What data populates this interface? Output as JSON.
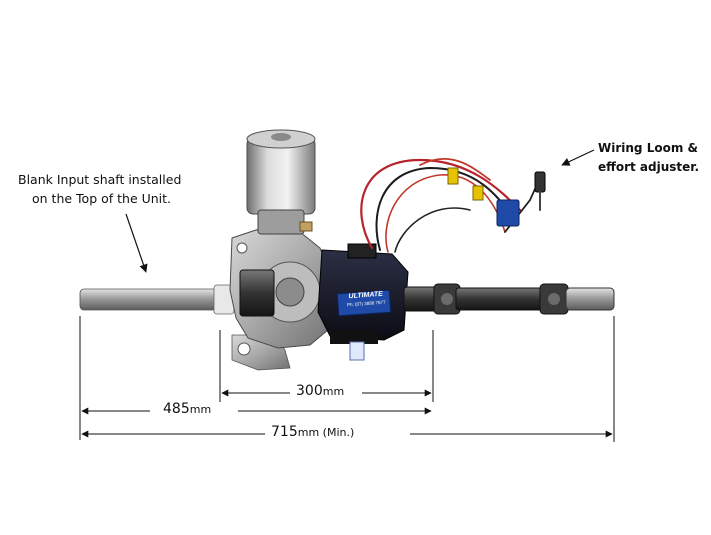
{
  "annotations": {
    "input_shaft": [
      "Blank Input shaft installed",
      "on the Top of the Unit."
    ],
    "wiring": [
      "Wiring Loom &",
      "effort adjuster."
    ]
  },
  "dimensions": {
    "d300": {
      "value": "300",
      "unit": "mm"
    },
    "d485": {
      "value": "485",
      "unit": "mm"
    },
    "d715": {
      "value": "715",
      "unit": "mm (Min.)"
    }
  },
  "motor_label": {
    "brand": "ULTIMATE",
    "line": "Ph: (07) 3888 7677"
  },
  "colors": {
    "motor_body": "#b8b8b8",
    "ecu": "#1a1a2e",
    "label_blue": "#1f4aa8",
    "wire_red": "#c0392b",
    "shaft": "#9a9a9a"
  }
}
